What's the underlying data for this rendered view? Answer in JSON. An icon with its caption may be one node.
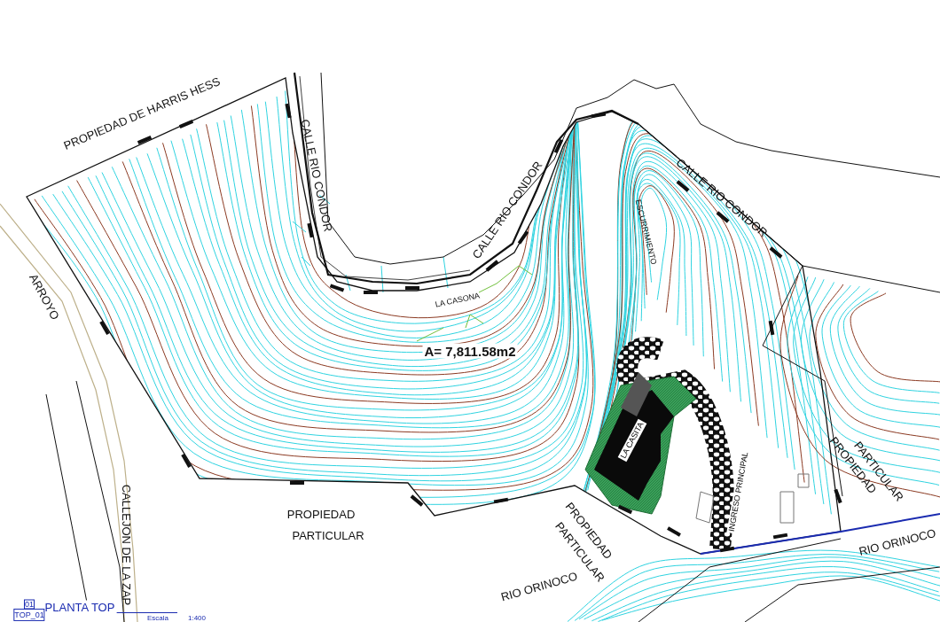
{
  "diagram": {
    "labels": [
      "PROPIEDAD DE HARRIS  HESS",
      "CALLE RIO CONDOR",
      "CALLE RIO CONDOR",
      "CALLE RIO CONDOR",
      "ESCURRIMIENTO",
      "ARROYO",
      "LA CASONA",
      "A= 7,811.58m2",
      "LA CASITA",
      "INGRESO PRINCIPAL",
      "PARTICULAR",
      "PROPIEDAD",
      "PROPIEDAD",
      "PARTICULAR",
      "PROPIEDAD",
      "PARTICULAR",
      "RIO ORINOCO",
      "RIO ORINOCO",
      "CALLEJON DE LA ZAP",
      "01",
      "PLANTA TOP",
      "TOP_01",
      "Escala",
      "1:400"
    ]
  }
}
